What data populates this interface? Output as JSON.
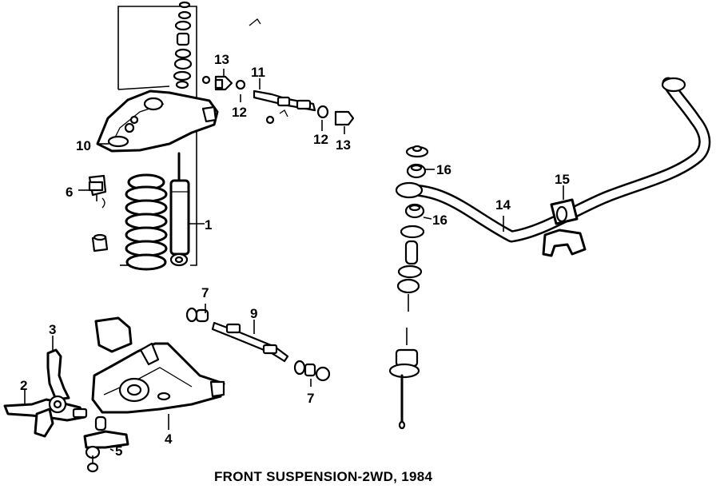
{
  "caption": "FRONT SUSPENSION-2WD, 1984",
  "callouts": {
    "c1": "1",
    "c2": "2",
    "c3": "3",
    "c4": "4",
    "c5": "5",
    "c6": "6",
    "c7a": "7",
    "c7b": "7",
    "c9": "9",
    "c10": "10",
    "c11": "11",
    "c12a": "12",
    "c12b": "12",
    "c13a": "13",
    "c13b": "13",
    "c14": "14",
    "c15": "15",
    "c16a": "16",
    "c16b": "16"
  }
}
